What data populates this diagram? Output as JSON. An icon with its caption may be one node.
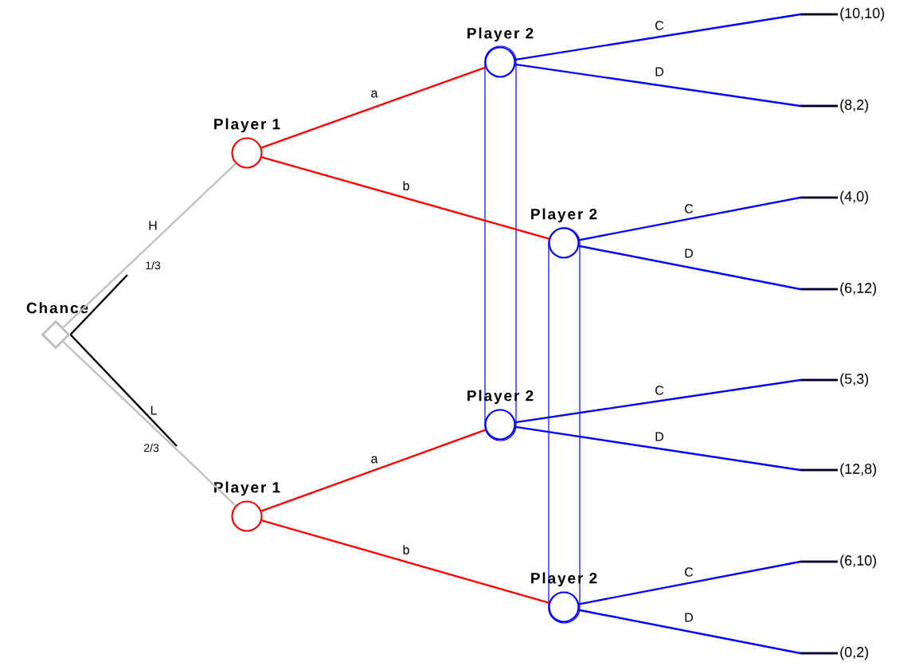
{
  "diagram": {
    "nodes": [
      {
        "text": [
          "Chance"
        ]
      },
      {
        "text": [
          "Player 1"
        ]
      },
      {
        "text": [
          "Player 1"
        ]
      },
      {
        "text": [
          "Player 2"
        ]
      },
      {
        "text": [
          "Player 2"
        ]
      },
      {
        "text": [
          "Player 2"
        ]
      },
      {
        "text": [
          "Player 2"
        ]
      },
      {
        "text": [
          "(10,10)"
        ]
      },
      {
        "text": [
          "(8,2)"
        ]
      },
      {
        "text": [
          "(4,0)"
        ]
      },
      {
        "text": [
          "(6,12)"
        ]
      },
      {
        "text": [
          "(5,3)"
        ]
      },
      {
        "text": [
          "(12,8)"
        ]
      },
      {
        "text": [
          "(6,10)"
        ]
      },
      {
        "text": [
          "(0,2)"
        ]
      }
    ],
    "edges": [
      {
        "from": 0,
        "to": 1,
        "arrow": "none",
        "label": "H",
        "color": "#c0c0c0"
      },
      {
        "from": 0,
        "to": 2,
        "arrow": "none",
        "label": "L",
        "color": "#c0c0c0"
      },
      {
        "from": 1,
        "to": 3,
        "arrow": "none",
        "label": "a",
        "color": "#ff0000"
      },
      {
        "from": 1,
        "to": 4,
        "arrow": "none",
        "label": "b",
        "color": "#ff0000"
      },
      {
        "from": 2,
        "to": 5,
        "arrow": "none",
        "label": "a",
        "color": "#ff0000"
      },
      {
        "from": 2,
        "to": 6,
        "arrow": "none",
        "label": "b",
        "color": "#ff0000"
      },
      {
        "from": 3,
        "to": 7,
        "arrow": "none",
        "label": "C"
      },
      {
        "from": 3,
        "to": 8,
        "arrow": "none",
        "label": "D"
      },
      {
        "from": 4,
        "to": 9,
        "arrow": "none",
        "label": "C"
      },
      {
        "from": 4,
        "to": 10,
        "arrow": "none",
        "label": "D"
      },
      {
        "from": 5,
        "to": 11,
        "arrow": "none",
        "label": "C"
      },
      {
        "from": 5,
        "to": 12,
        "arrow": "none",
        "label": "D"
      },
      {
        "from": 6,
        "to": 13,
        "arrow": "none",
        "label": "C"
      },
      {
        "from": 6,
        "to": 14,
        "arrow": "none",
        "label": "D"
      }
    ],
    "labels": [
      "1/3",
      "2/3"
    ]
  }
}
